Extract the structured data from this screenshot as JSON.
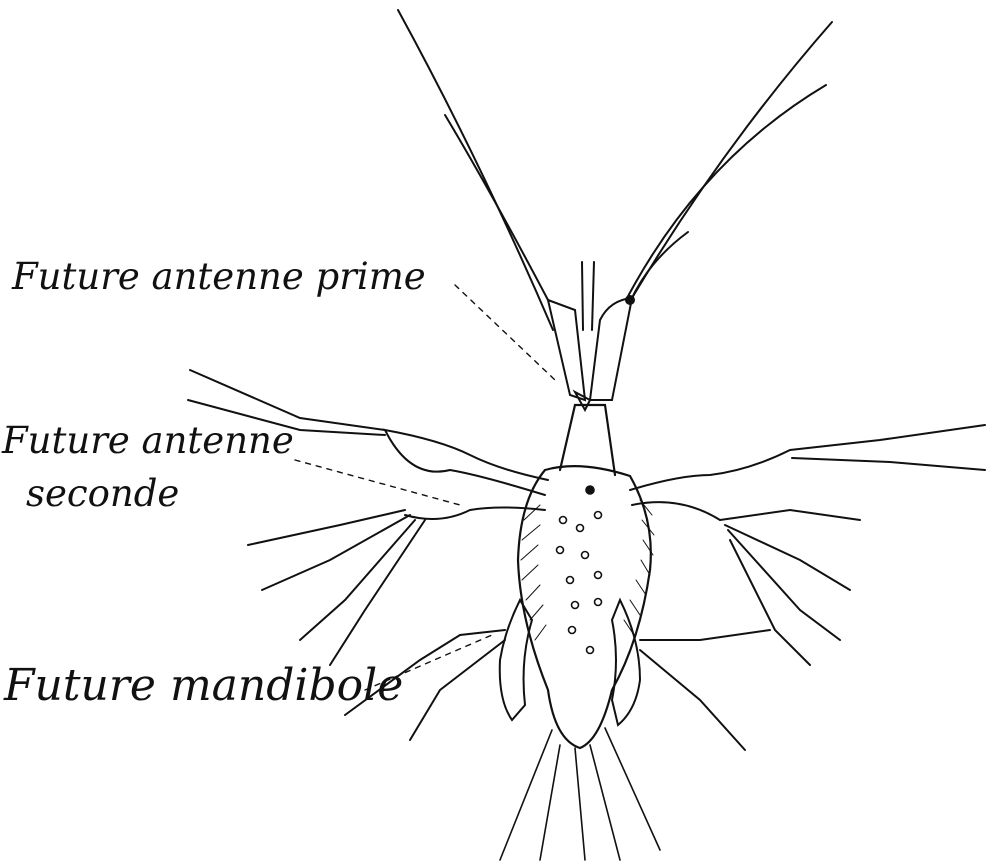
{
  "figure": {
    "subject": "crustacean larva (nauplius) drawing",
    "labels": {
      "antenne_prime": "Future antenne prime",
      "antenne_seconde_line1": "Future antenne",
      "antenne_seconde_line2": "seconde",
      "mandibole": "Future mandibole"
    }
  },
  "colors": {
    "ink": "#111111",
    "paper": "#ffffff"
  }
}
